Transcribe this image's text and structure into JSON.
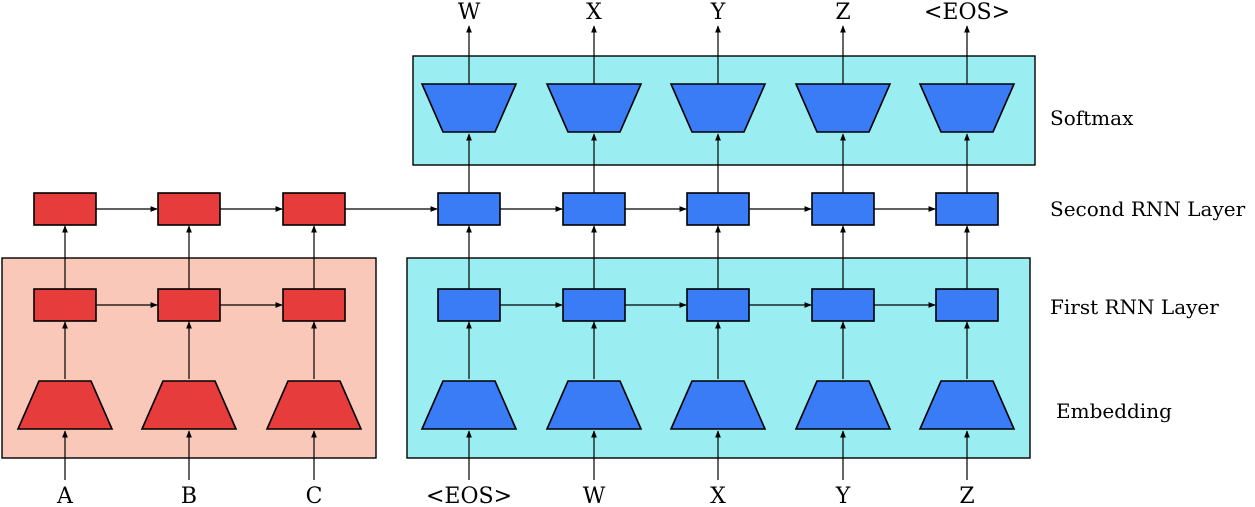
{
  "encoder": {
    "inputs": [
      "A",
      "B",
      "C"
    ],
    "color": "#e63c3c",
    "region_color": "#f9c8b8"
  },
  "decoder": {
    "inputs": [
      "<EOS>",
      "W",
      "X",
      "Y",
      "Z"
    ],
    "outputs": [
      "W",
      "X",
      "Y",
      "Z",
      "<EOS>"
    ],
    "color": "#3a7bf6",
    "region_color": "#9aeef2"
  },
  "layer_labels": {
    "softmax": "Softmax",
    "second_rnn": "Second RNN Layer",
    "first_rnn": "First RNN Layer",
    "embedding": "Embedding"
  }
}
